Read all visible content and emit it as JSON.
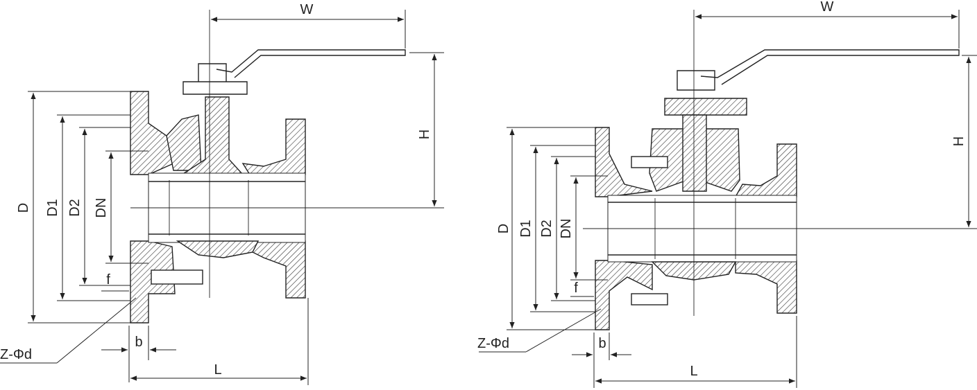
{
  "views": [
    {
      "id": "left",
      "labels": {
        "width": "W",
        "height": "H",
        "flange_od": "D",
        "bolt_circle": "D1",
        "raised_face": "D2",
        "nominal": "DN",
        "face_height": "f",
        "bolt_holes": "Z-Φd",
        "thickness": "b",
        "length": "L"
      }
    },
    {
      "id": "right",
      "labels": {
        "width": "W",
        "height": "H",
        "flange_od": "D",
        "bolt_circle": "D1",
        "raised_face": "D2",
        "nominal": "DN",
        "face_height": "f",
        "bolt_holes": "Z-Φd",
        "thickness": "b",
        "length": "L"
      }
    }
  ]
}
